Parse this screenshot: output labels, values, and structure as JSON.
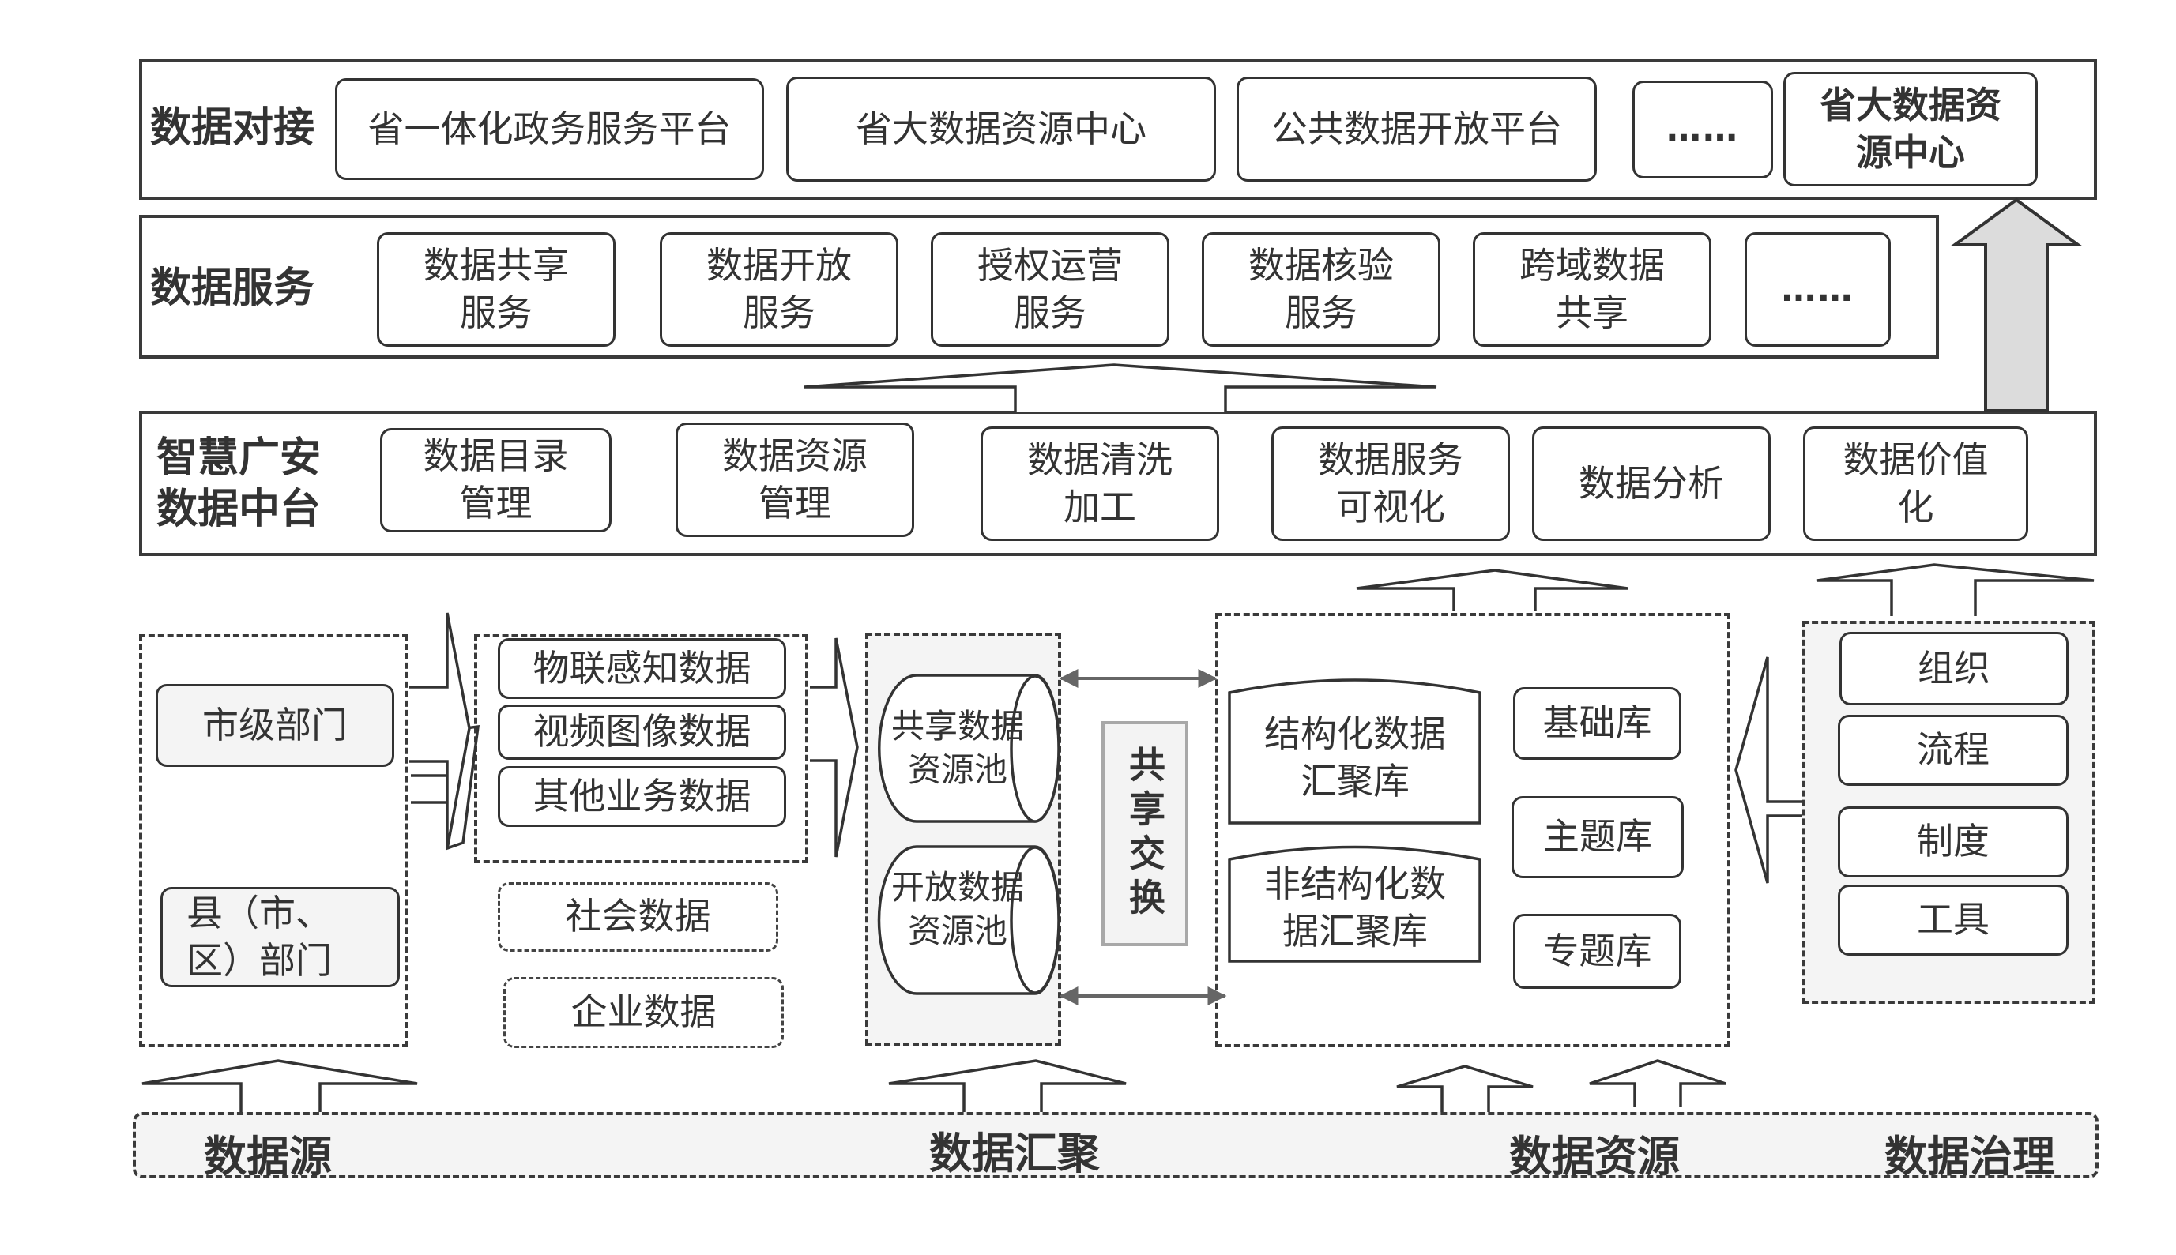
{
  "layers": {
    "docking": {
      "label": "数据对接",
      "items": [
        "省一体化政务服务平台",
        "省大数据资源中心",
        "公共数据开放平台",
        "……"
      ],
      "highlight": "省大数据资\n源中心"
    },
    "service": {
      "label": "数据服务",
      "items": [
        "数据共享\n服务",
        "数据开放\n服务",
        "授权运营\n服务",
        "数据核验\n服务",
        "跨域数据\n共享",
        "……"
      ]
    },
    "platform": {
      "label": "智慧广安\n数据中台",
      "items": [
        "数据目录\n管理",
        "数据资源\n管理",
        "数据清洗\n加工",
        "数据服务\n可视化",
        "数据分析",
        "数据价值\n化"
      ]
    }
  },
  "sources": {
    "departments": [
      "市级部门",
      "县（市、\n区）部门"
    ],
    "collected": [
      "物联感知数据",
      "视频图像数据",
      "其他业务数据"
    ],
    "external": [
      "社会数据",
      "企业数据"
    ]
  },
  "aggregation": {
    "pools": [
      "共享数据\n资源池",
      "开放数据\n资源池"
    ],
    "exchange": "共享交换"
  },
  "resources": {
    "warehouses": [
      "结构化数据\n汇聚库",
      "非结构化数\n据汇聚库"
    ],
    "libraries": [
      "基础库",
      "主题库",
      "专题库"
    ]
  },
  "governance": {
    "items": [
      "组织",
      "流程",
      "制度",
      "工具"
    ]
  },
  "footer": {
    "labels": [
      "数据源",
      "数据汇聚",
      "数据资源",
      "数据治理"
    ]
  },
  "colors": {
    "stroke": "#333333",
    "light_fill": "#f4f4f4",
    "arrow_fill": "#dcdcdc",
    "exchange_border": "#a8a8a8"
  }
}
